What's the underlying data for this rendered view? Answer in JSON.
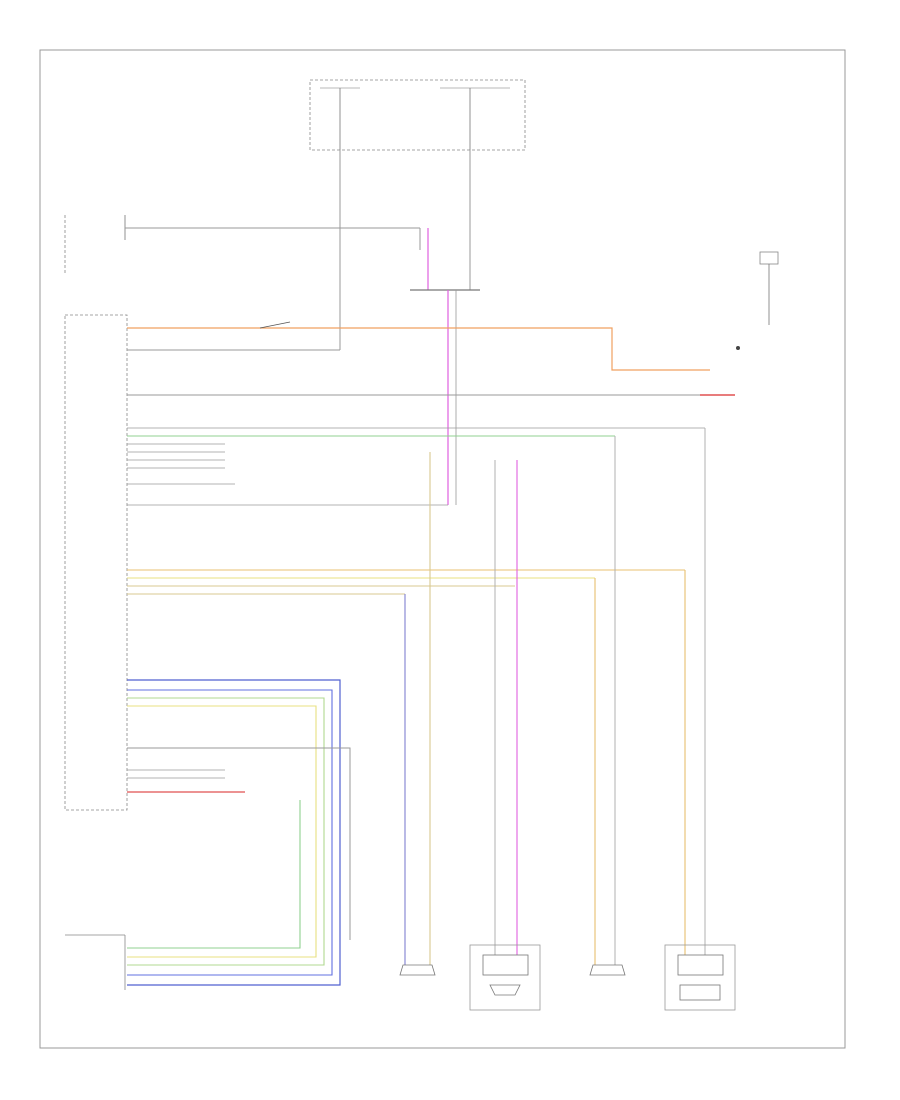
{
  "wire_colors": {
    "gray": "#9a9a9a",
    "orange": "#f0a060",
    "violet_pink": "#e060e0",
    "green": "#90d090",
    "tan": "#d8c890",
    "yellow": "#e8e080",
    "blue": "#5060d0",
    "red": "#e05050",
    "frame": "#888888"
  },
  "labels": {
    "fuse_box": "",
    "center_switch": "",
    "external_amp": "",
    "head_unit": "",
    "aux_jack": "",
    "speaker_rr": "",
    "speaker_rf": "",
    "speaker_lr": "",
    "speaker_lf": "",
    "footer": ""
  },
  "speakers": [
    {
      "id": "rr",
      "kind": "rear"
    },
    {
      "id": "rf",
      "kind": "front"
    },
    {
      "id": "lr",
      "kind": "rear"
    },
    {
      "id": "lf",
      "kind": "front"
    }
  ]
}
